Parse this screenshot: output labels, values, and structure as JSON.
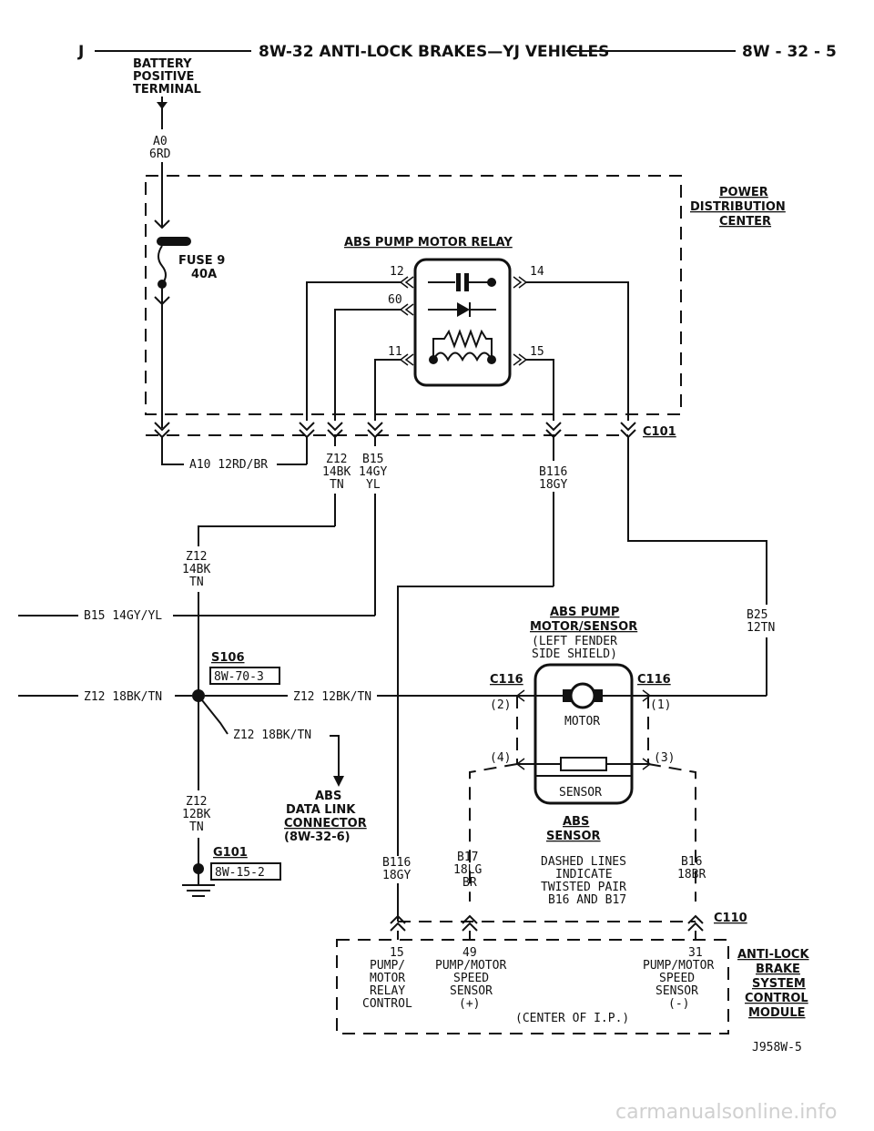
{
  "header": {
    "left": "J",
    "title": "8W-32 ANTI-LOCK BRAKES—YJ VEHICLES",
    "page": "8W - 32 - 5"
  },
  "battery": {
    "l1": "BATTERY",
    "l2": "POSITIVE",
    "l3": "TERMINAL"
  },
  "a0": {
    "l1": "A0",
    "l2": "6RD"
  },
  "pdc": {
    "l1": "POWER",
    "l2": "DISTRIBUTION",
    "l3": "CENTER"
  },
  "fuse": {
    "l1": "FUSE 9",
    "l2": "40A"
  },
  "relay": {
    "title": "ABS PUMP MOTOR RELAY",
    "pin12": "12",
    "pin60": "60",
    "pin11": "11",
    "pin14": "14",
    "pin15": "15"
  },
  "c101": "C101",
  "wires": {
    "a10": "A10 12RD/BR",
    "z12a": {
      "l1": "Z12",
      "l2": "14BK",
      "l3": "TN"
    },
    "b15a": {
      "l1": "B15",
      "l2": "14GY",
      "l3": "YL"
    },
    "b116a": {
      "l1": "B116",
      "l2": "18GY"
    },
    "z12b": {
      "l1": "Z12",
      "l2": "14BK",
      "l3": "TN"
    },
    "b15b": "B15 14GY/YL",
    "b25": {
      "l1": "B25",
      "l2": "12TN"
    },
    "z12_18": "Z12 18BK/TN",
    "z12_12": "Z12 12BK/TN",
    "z12_18b": "Z12 18BK/TN",
    "z12c": {
      "l1": "Z12",
      "l2": "12BK",
      "l3": "TN"
    },
    "b116b": {
      "l1": "B116",
      "l2": "18GY"
    },
    "b17": {
      "l1": "B17",
      "l2": "18LG",
      "l3": "BR"
    },
    "b16": {
      "l1": "B16",
      "l2": "18BR"
    }
  },
  "s106": {
    "label": "S106",
    "ref": "8W-70-3"
  },
  "g101": {
    "label": "G101",
    "ref": "8W-15-2"
  },
  "datalink": {
    "l1": "ABS",
    "l2": "DATA LINK",
    "l3": "CONNECTOR",
    "l4": "(8W-32-6)"
  },
  "pump": {
    "title1": "ABS PUMP",
    "title2": "MOTOR/SENSOR",
    "loc1": "(LEFT FENDER",
    "loc2": "SIDE SHIELD)",
    "c116a": "C116",
    "c116b": "C116",
    "p2": "(2)",
    "p1": "(1)",
    "p4": "(4)",
    "p3": "(3)",
    "motor": "MOTOR",
    "sensor": "SENSOR"
  },
  "abs_sensor": {
    "l1": "ABS",
    "l2": "SENSOR"
  },
  "dashed_note": {
    "l1": "DASHED LINES",
    "l2": "INDICATE",
    "l3": "TWISTED PAIR",
    "l4": "B16 AND B17"
  },
  "c110": "C110",
  "module": {
    "pin15": {
      "n": "15",
      "l1": "PUMP/",
      "l2": "MOTOR",
      "l3": "RELAY",
      "l4": "CONTROL"
    },
    "pin49": {
      "n": "49",
      "l1": "PUMP/MOTOR",
      "l2": "SPEED",
      "l3": "SENSOR",
      "l4": "(+)"
    },
    "pin31": {
      "n": "31",
      "l1": "PUMP/MOTOR",
      "l2": "SPEED",
      "l3": "SENSOR",
      "l4": "(-)"
    },
    "location": "(CENTER OF I.P.)",
    "name1": "ANTI-LOCK",
    "name2": "BRAKE",
    "name3": "SYSTEM",
    "name4": "CONTROL",
    "name5": "MODULE"
  },
  "figure_id": "J958W-5",
  "watermark": "carmanualsonline.info"
}
